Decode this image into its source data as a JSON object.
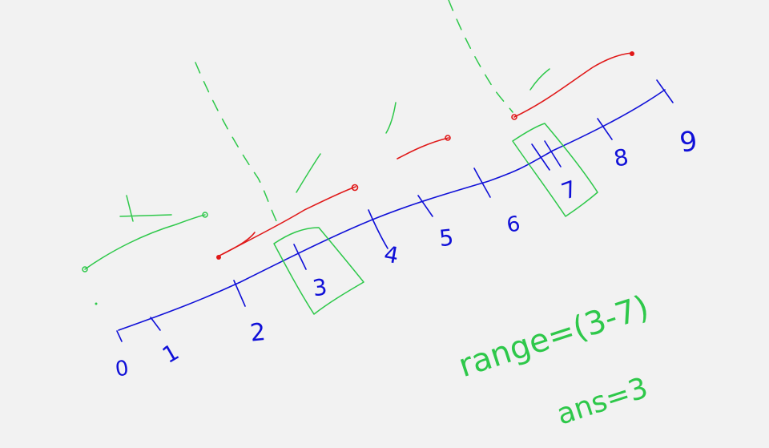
{
  "colors": {
    "background": "#f2f2f2",
    "axis": "#1010d8",
    "marks": "#2ec84a",
    "segments": "#e01818"
  },
  "number_line": {
    "labels": [
      "0",
      "1",
      "2",
      "3",
      "4",
      "5",
      "6",
      "7",
      "8",
      "9"
    ],
    "boxed": [
      "3",
      "7"
    ]
  },
  "annotations": {
    "range": "range=(3-7)",
    "answer": "ans=3"
  }
}
